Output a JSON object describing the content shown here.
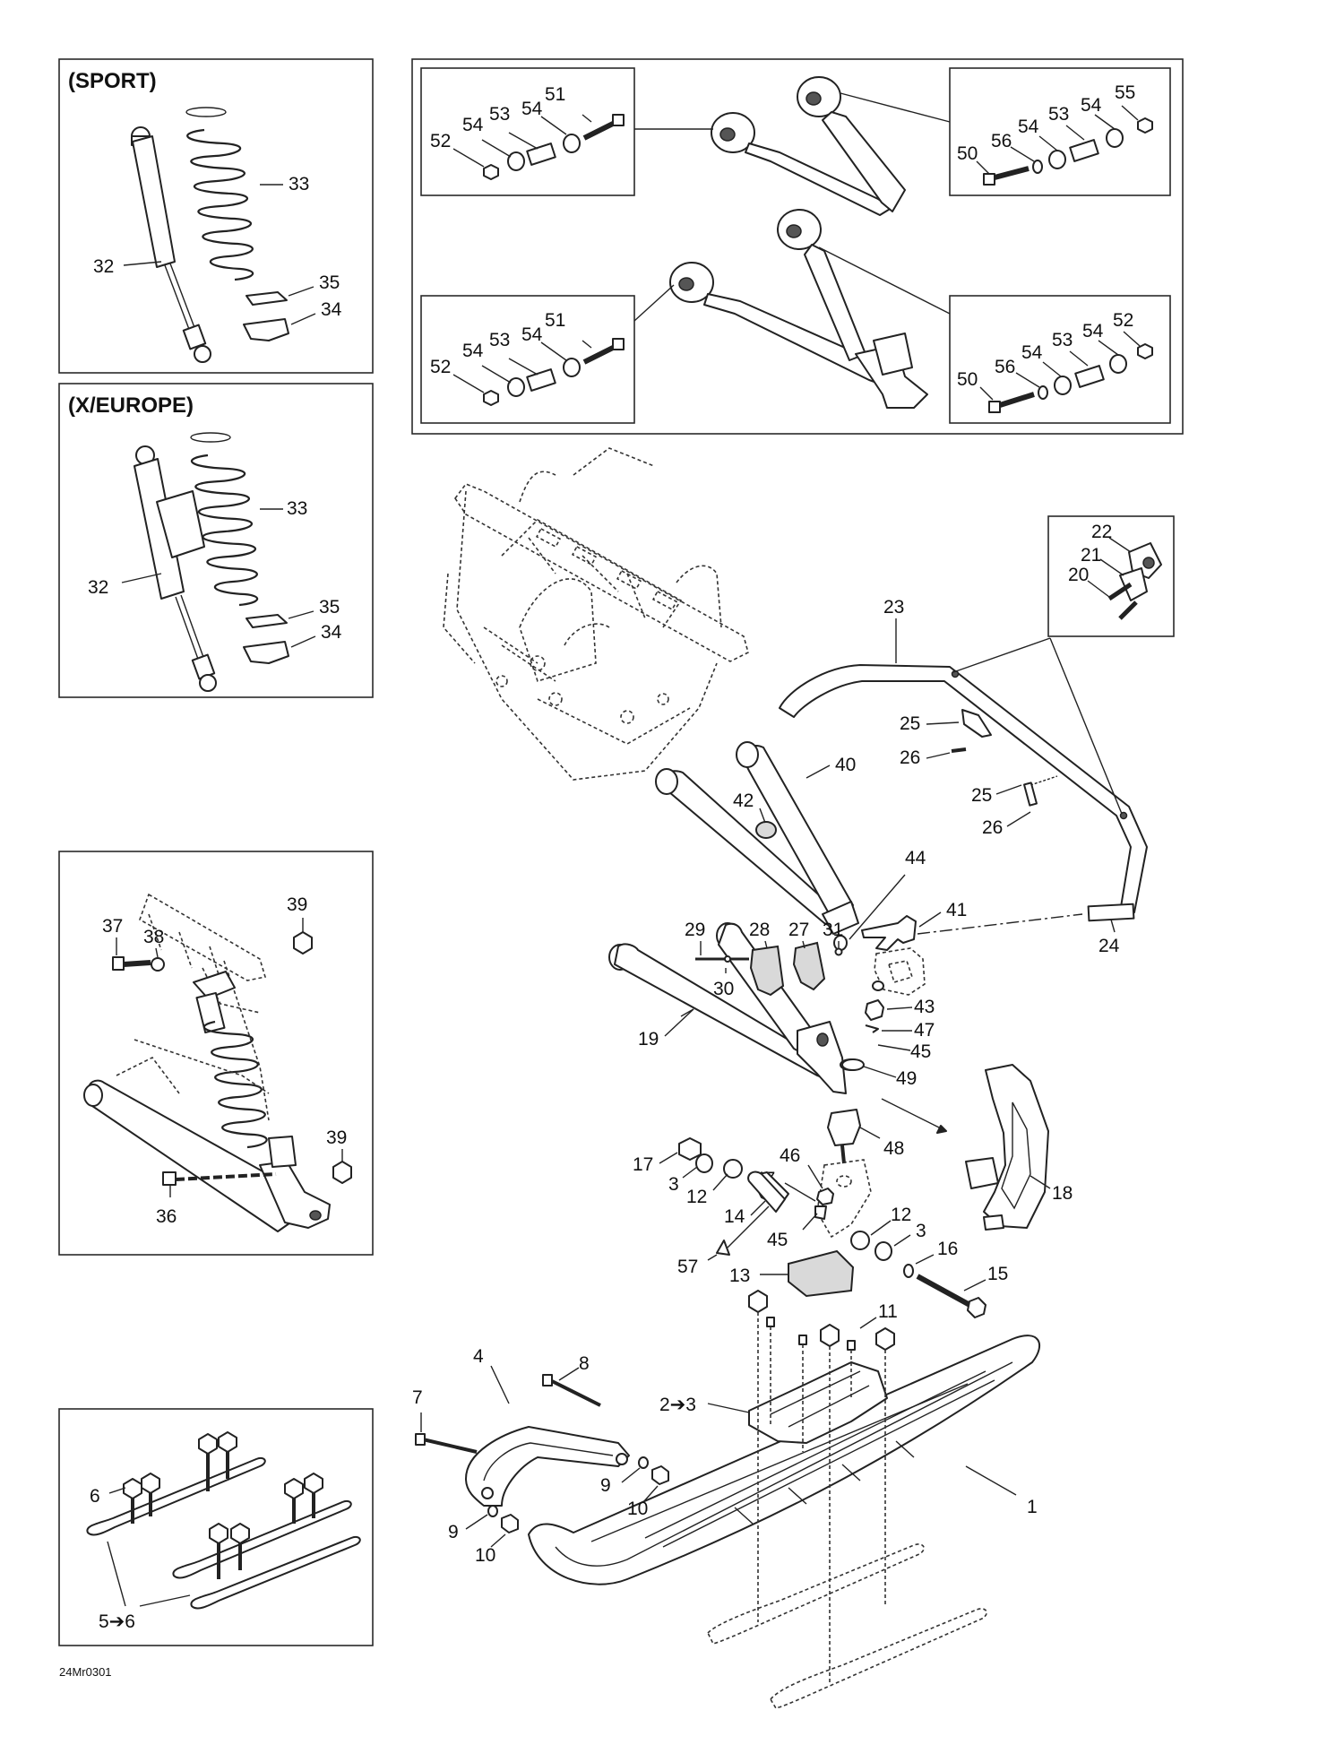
{
  "panels": {
    "sport_title": "(SPORT)",
    "europe_title": "(X/EUROPE)"
  },
  "reference_code": "24Mr0301",
  "callouts": {
    "sport": [
      "33",
      "32",
      "35",
      "34"
    ],
    "europe": [
      "33",
      "32",
      "35",
      "34"
    ],
    "bushing_top_left": [
      "51",
      "54",
      "53",
      "54",
      "52"
    ],
    "bushing_top_right": [
      "55",
      "54",
      "53",
      "54",
      "56",
      "50"
    ],
    "bushing_bottom_left": [
      "51",
      "54",
      "53",
      "54",
      "52"
    ],
    "bushing_bottom_right": [
      "52",
      "54",
      "53",
      "54",
      "56",
      "50"
    ],
    "bracket_inset": [
      "22",
      "21",
      "20"
    ],
    "anti_sway": [
      "23",
      "25",
      "26",
      "25",
      "26",
      "24"
    ],
    "upper_arm": [
      "40",
      "42",
      "44",
      "41"
    ],
    "lower_arm": [
      "29",
      "28",
      "27",
      "31",
      "30",
      "19",
      "43",
      "47",
      "45",
      "49"
    ],
    "knuckle": [
      "46",
      "47",
      "48",
      "17",
      "3",
      "12",
      "14",
      "45",
      "12",
      "3",
      "16",
      "15",
      "57",
      "13",
      "18",
      "11"
    ],
    "shock_inset": [
      "37",
      "38",
      "39",
      "39",
      "36"
    ],
    "ski": [
      "4",
      "8",
      "7",
      "2➔3",
      "9",
      "10",
      "9",
      "10",
      "1"
    ],
    "runners": [
      "6",
      "5➔6"
    ]
  }
}
